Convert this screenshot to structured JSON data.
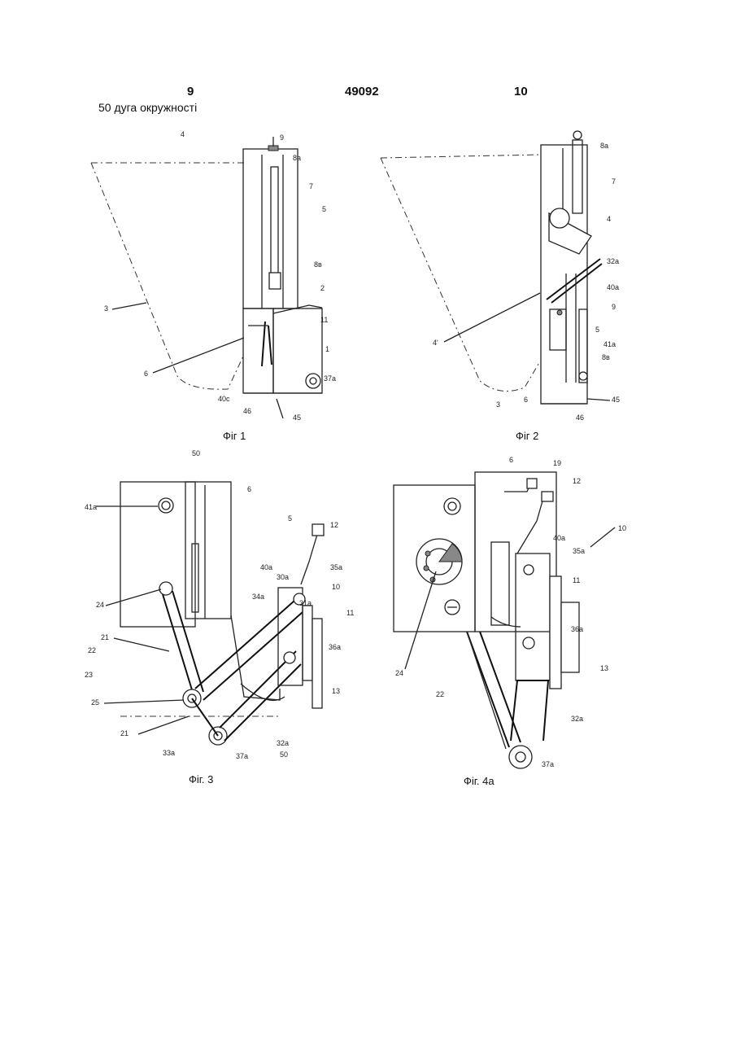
{
  "header": {
    "page_left": "9",
    "patent_number": "49092",
    "page_right": "10",
    "note": "50 дуга окружності"
  },
  "figures": [
    {
      "caption": "Фіг 1",
      "labels": [
        "9",
        "8а",
        "7",
        "5",
        "8в",
        "2",
        "3",
        "11",
        "1",
        "6",
        "37а",
        "40с",
        "46",
        "45",
        "4"
      ]
    },
    {
      "caption": "Фіг 2",
      "labels": [
        "8а",
        "7",
        "4",
        "32а",
        "40а",
        "9",
        "5",
        "41а",
        "8в",
        "4'",
        "3",
        "6",
        "45",
        "46"
      ]
    },
    {
      "caption": "Фіг. 3",
      "labels": [
        "50",
        "41а",
        "6",
        "5",
        "12",
        "40а",
        "35а",
        "30а",
        "10",
        "34а",
        "31а",
        "11",
        "24",
        "36а",
        "21",
        "22",
        "23",
        "13",
        "25",
        "21",
        "33а",
        "37а",
        "50",
        "32а"
      ]
    },
    {
      "caption": "Фіг. 4а",
      "labels": [
        "6",
        "19",
        "12",
        "10",
        "40а",
        "35а",
        "11",
        "36а",
        "24",
        "13",
        "22",
        "32а",
        "37а"
      ]
    }
  ]
}
